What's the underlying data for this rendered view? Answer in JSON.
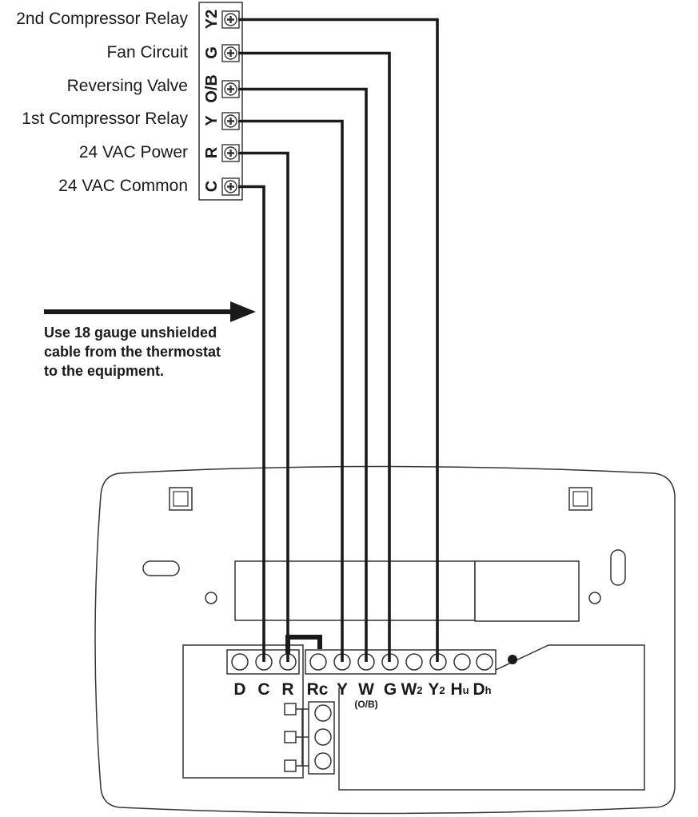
{
  "equipment": {
    "terminals": [
      {
        "code": "Y2",
        "label": "2nd Compressor Relay"
      },
      {
        "code": "G",
        "label": "Fan Circuit"
      },
      {
        "code": "O/B",
        "label": "Reversing Valve"
      },
      {
        "code": "Y",
        "label": "1st Compressor Relay"
      },
      {
        "code": "R",
        "label": "24 VAC Power"
      },
      {
        "code": "C",
        "label": "24 VAC Common"
      }
    ]
  },
  "note": {
    "lines": [
      "Use 18 gauge unshielded",
      "cable from the thermostat",
      "to the equipment."
    ]
  },
  "thermostat": {
    "terminals": [
      {
        "main": "D",
        "sub": ""
      },
      {
        "main": "C",
        "sub": ""
      },
      {
        "main": "R",
        "sub": ""
      },
      {
        "main": "Rc",
        "sub": ""
      },
      {
        "main": "Y",
        "sub": ""
      },
      {
        "main": "W",
        "sub": ""
      },
      {
        "main": "G",
        "sub": ""
      },
      {
        "main": "W",
        "sub": "2"
      },
      {
        "main": "Y",
        "sub": "2"
      },
      {
        "main": "H",
        "sub": "u"
      },
      {
        "main": "D",
        "sub": "h"
      }
    ],
    "w_alt_label": "(O/B)"
  },
  "wiring": [
    {
      "from": "Y2",
      "to": "Y2"
    },
    {
      "from": "G",
      "to": "G"
    },
    {
      "from": "O/B",
      "to": "W"
    },
    {
      "from": "Y",
      "to": "Y"
    },
    {
      "from": "R",
      "to": "R"
    },
    {
      "from": "C",
      "to": "C"
    }
  ]
}
